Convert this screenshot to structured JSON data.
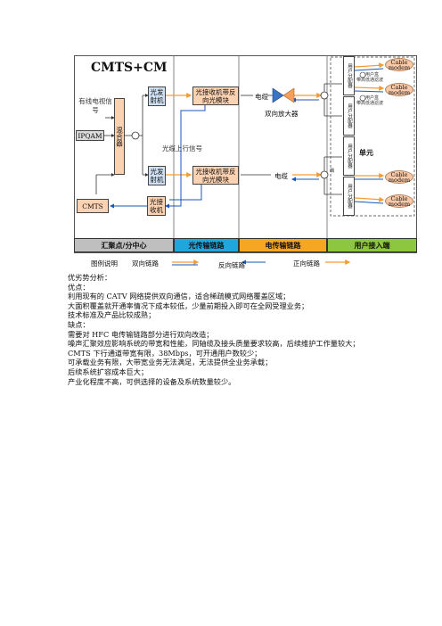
{
  "diagram": {
    "title": "CMTS+CM",
    "headend": {
      "catv_signal": "有线电视信号",
      "ipqam": "IPQAM",
      "mixer": "混合器",
      "cmts": "CMTS",
      "optical_tx_1": "光发射机",
      "optical_tx_2": "光发射机",
      "optical_rx": "光接收机",
      "upstream_signal": "光缆上行信号"
    },
    "transmission": {
      "module_1": "光接收机带反向光模块",
      "module_2": "光接收机带反向光模块"
    },
    "cable": {
      "cable_1": "电缆",
      "cable_2": "电缆",
      "amplifier": "双向放大器"
    },
    "access": {
      "splitters": [
        "用户分配器",
        "用户分配器",
        "用户分配器",
        "用户分配器"
      ],
      "modems": [
        "Cable modem",
        "Cable modem",
        "Cable modem",
        "Cable modem"
      ],
      "user_box_note_1": "用户盒",
      "user_box_note_1b": "带高低通滤波",
      "user_box_note_2": "用户盒",
      "user_box_note_2b": "带高低通滤波",
      "unit": "单元",
      "tap_small": "耦"
    },
    "bands": [
      "汇聚点/分中心",
      "光传输链路",
      "电传输链路",
      "用户接入端"
    ],
    "colors": {
      "band_1": "#bfbfbf",
      "band_2": "#1fa7dd",
      "band_3": "#f5a623",
      "band_4": "#8dc63f",
      "reverse_link": "#1a56b5",
      "forward_link": "#f39c33"
    },
    "legend": {
      "title": "图例说明",
      "bidirectional": "双向链路",
      "reverse": "反向链路",
      "forward": "正向链路"
    }
  },
  "analysis": [
    "优劣势分析：",
    "优点：",
    "利用现有的 CATV 网络提供双向通信，适合稀疏模式网络覆盖区域；",
    "大面积覆盖就开通率情况下成本较低，少量前期投入即可在全网受理业务；",
    "技术标准及产品比较成熟；",
    "缺点：",
    "需要对 HFC 电传输链路部分进行双向改造；",
    "噪声汇聚效应影响系统的带宽和性能，同轴缆及接头质量要求较高，后续维护工作量较大；",
    "CMTS 下行通道带宽有限，38Mbps，可开通用户数较少；",
    "可承载业务有限，大带宽业务无法满足，无法提供全业务承载；",
    "后续系统扩容成本巨大；",
    "产业化程度不高，可供选择的设备及系统数量较少。"
  ]
}
